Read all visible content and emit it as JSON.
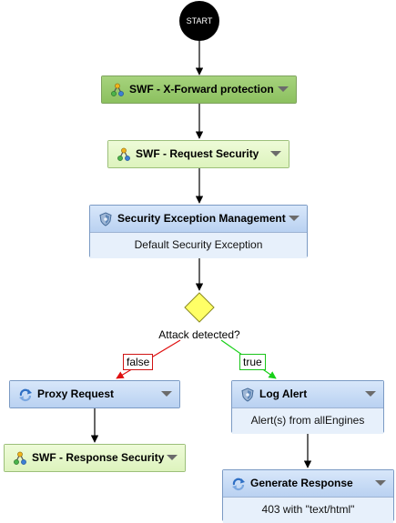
{
  "start": {
    "label": "START"
  },
  "decision": {
    "label": "Attack detected?"
  },
  "edges": {
    "false_label": "false",
    "true_label": "true"
  },
  "nodes": {
    "xforward": {
      "title": "SWF - X-Forward protection",
      "icon": "policy-shortcut-icon"
    },
    "request_security": {
      "title": "SWF - Request Security",
      "icon": "policy-shortcut-icon"
    },
    "security_exception": {
      "title": "Security Exception Management",
      "subtitle": "Default Security Exception",
      "icon": "shield-icon"
    },
    "proxy_request": {
      "title": "Proxy Request",
      "icon": "connect-arrows-icon"
    },
    "log_alert": {
      "title": "Log Alert",
      "subtitle": "Alert(s) from allEngines",
      "icon": "shield-icon"
    },
    "response_security": {
      "title": "SWF - Response Security",
      "icon": "policy-shortcut-icon"
    },
    "generate_response": {
      "title": "Generate Response",
      "subtitle": "403 with \"text/html\"",
      "icon": "connect-arrows-icon"
    }
  },
  "colors": {
    "connector": "#000000",
    "false_edge": "#e01010",
    "true_edge": "#18d018",
    "decision_fill": "#ffff66"
  }
}
